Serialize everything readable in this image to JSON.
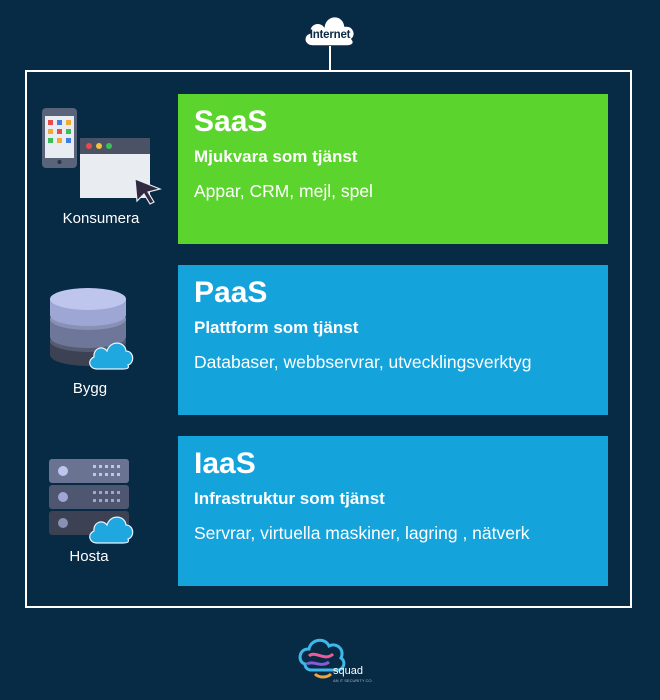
{
  "internet": {
    "label": "Internet",
    "icon": "cloud-icon"
  },
  "layers": [
    {
      "id": "saas",
      "title": "SaaS",
      "subtitle": "Mjukvara som tjänst",
      "description": "Appar, CRM, mejl, spel",
      "color": "#5cd42e"
    },
    {
      "id": "paas",
      "title": "PaaS",
      "subtitle": "Plattform som tjänst",
      "description": "Databaser, webbservrar, utvecklingsverktyg",
      "color": "#14a3db"
    },
    {
      "id": "iaas",
      "title": "IaaS",
      "subtitle": "Infrastruktur som tjänst",
      "description": "Servrar, virtuella maskiner, lagring , nätverk",
      "color": "#14a3db"
    }
  ],
  "side": [
    {
      "label": "Konsumera",
      "icon": "phone-browser-icon"
    },
    {
      "label": "Bygg",
      "icon": "database-cloud-icon"
    },
    {
      "label": "Hosta",
      "icon": "server-cloud-icon"
    }
  ],
  "logo": {
    "name": "squad",
    "tagline": "AN IT SECURITY CO."
  },
  "colors": {
    "background": "#072a45",
    "frame": "#ffffff"
  }
}
